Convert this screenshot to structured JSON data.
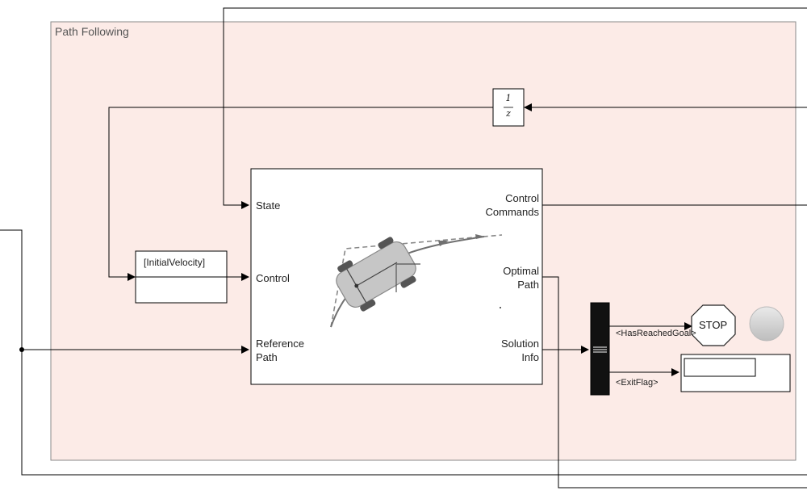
{
  "subsystem": {
    "title": "Path Following"
  },
  "delay_block": {
    "numerator": "1",
    "denominator": "z"
  },
  "goto_block": {
    "tag": "[InitialVelocity]"
  },
  "controller_block": {
    "inputs": {
      "state": "State",
      "control": "Control",
      "reference_path": [
        "Reference",
        "Path"
      ]
    },
    "outputs": {
      "control_commands": [
        "Control",
        "Commands"
      ],
      "optimal_path": [
        "Optimal",
        "Path"
      ],
      "solution_info": [
        "Solution",
        "Info"
      ]
    }
  },
  "bus_signals": {
    "has_reached_goal": "<HasReachedGoal>",
    "exit_flag": "<ExitFlag>"
  },
  "stop_block": {
    "label": "STOP"
  },
  "colors": {
    "subsystem_fill": "#fcebe7",
    "subsystem_border": "#8a8a8a",
    "line": "#000000",
    "bus": "#111111",
    "lamp": "#d2d2d2"
  }
}
